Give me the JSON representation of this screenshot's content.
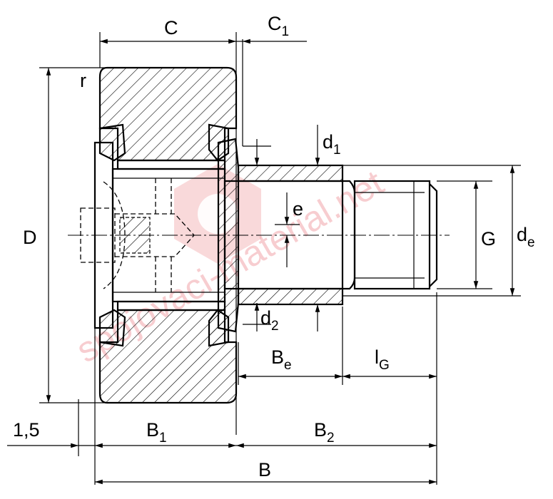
{
  "watermark": {
    "text": "spojovaci-material.net",
    "color": "#f2a6aa"
  },
  "labels": {
    "C": "C",
    "C1": {
      "main": "C",
      "sub": "1"
    },
    "r": "r",
    "D": "D",
    "d1": {
      "main": "d",
      "sub": "1"
    },
    "d2": {
      "main": "d",
      "sub": "2"
    },
    "e": "e",
    "G": "G",
    "de": {
      "main": "d",
      "sub": "e"
    },
    "Be": {
      "main": "B",
      "sub": "e"
    },
    "lG": {
      "main": "l",
      "sub": "G"
    },
    "dim_1_5": "1,5",
    "B1": {
      "main": "B",
      "sub": "1"
    },
    "B2": {
      "main": "B",
      "sub": "2"
    },
    "B": "B"
  }
}
